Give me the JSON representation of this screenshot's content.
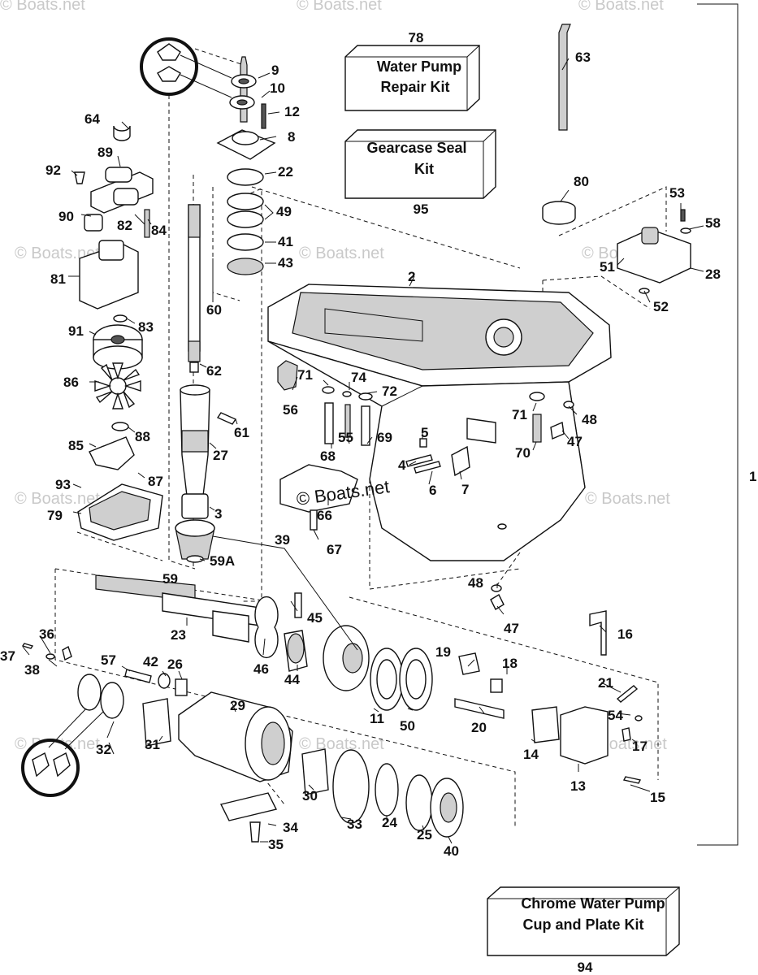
{
  "watermark": "© Boats.net",
  "kits": {
    "water_pump_kit": {
      "number": "78",
      "line1": "Water Pump",
      "line2": "Repair Kit"
    },
    "gearcase_seal_kit": {
      "number": "95",
      "line1": "Gearcase Seal",
      "line2": "Kit"
    },
    "chrome_cup_plate_kit": {
      "number": "94",
      "line1": "Chrome Water Pump",
      "line2": "Cup and Plate Kit"
    }
  },
  "labels": {
    "p1": "1",
    "p2": "2",
    "p3": "3",
    "p4": "4",
    "p5": "5",
    "p6": "6",
    "p7": "7",
    "p8": "8",
    "p9": "9",
    "p10": "10",
    "p11": "11",
    "p12": "12",
    "p13": "13",
    "p14": "14",
    "p15": "15",
    "p16": "16",
    "p17": "17",
    "p18": "18",
    "p19": "19",
    "p20": "20",
    "p21": "21",
    "p22": "22",
    "p23": "23",
    "p24": "24",
    "p25": "25",
    "p26": "26",
    "p27": "27",
    "p28": "28",
    "p29": "29",
    "p30": "30",
    "p31": "31",
    "p32": "32",
    "p33": "33",
    "p34": "34",
    "p35": "35",
    "p36": "36",
    "p37": "37",
    "p38": "38",
    "p39": "39",
    "p40": "40",
    "p41": "41",
    "p42": "42",
    "p43": "43",
    "p44": "44",
    "p45": "45",
    "p46": "46",
    "p47a": "47",
    "p47b": "47",
    "p48a": "48",
    "p48b": "48",
    "p49": "49",
    "p50": "50",
    "p51": "51",
    "p52": "52",
    "p53": "53",
    "p54": "54",
    "p55": "55",
    "p56": "56",
    "p57": "57",
    "p58": "58",
    "p59": "59",
    "p59a": "59A",
    "p60": "60",
    "p61": "61",
    "p62": "62",
    "p63": "63",
    "p64": "64",
    "p66": "66",
    "p67": "67",
    "p68": "68",
    "p69": "69",
    "p70": "70",
    "p71a": "71",
    "p71b": "71",
    "p72": "72",
    "p74": "74",
    "p79": "79",
    "p80": "80",
    "p81": "81",
    "p82": "82",
    "p83": "83",
    "p84": "84",
    "p85": "85",
    "p86": "86",
    "p87": "87",
    "p88": "88",
    "p89": "89",
    "p90": "90",
    "p91": "91",
    "p92": "92",
    "p93": "93"
  }
}
